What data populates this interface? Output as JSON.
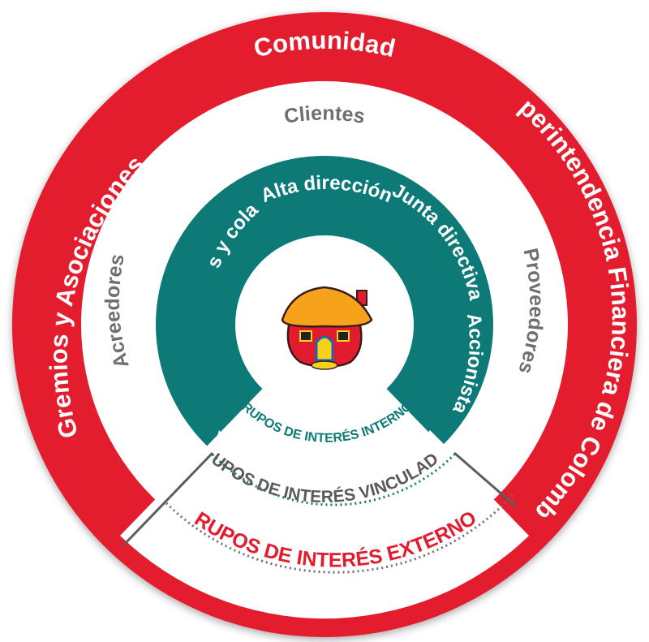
{
  "diagram": {
    "outer_ring": {
      "color": "#e31b2f",
      "labels": {
        "top": "Comunidad",
        "left": "Gremios y Asociaciones",
        "right": "Superintendencia Financiera de Colombia"
      }
    },
    "middle_ring": {
      "color": "#ffffff",
      "text_color": "#6f6f6f",
      "labels": {
        "top": "Clientes",
        "left": "Acreedores",
        "right": "Proveedores"
      }
    },
    "inner_ring": {
      "color": "#0d7a78",
      "labels": {
        "top": "Alta dirección",
        "upper_left": "Empleados y colaboradores",
        "upper_right": "Junta directiva",
        "right": "Accionistas"
      }
    },
    "groups": {
      "internal": "GRUPOS DE INTERÉS INTERNOS",
      "linked": "GRUPOS DE INTERÉS VINCULADOS",
      "external": "GRUPOS DE INTERÉS EXTERNOS"
    },
    "center": {
      "icon": "house-logo-icon"
    }
  }
}
